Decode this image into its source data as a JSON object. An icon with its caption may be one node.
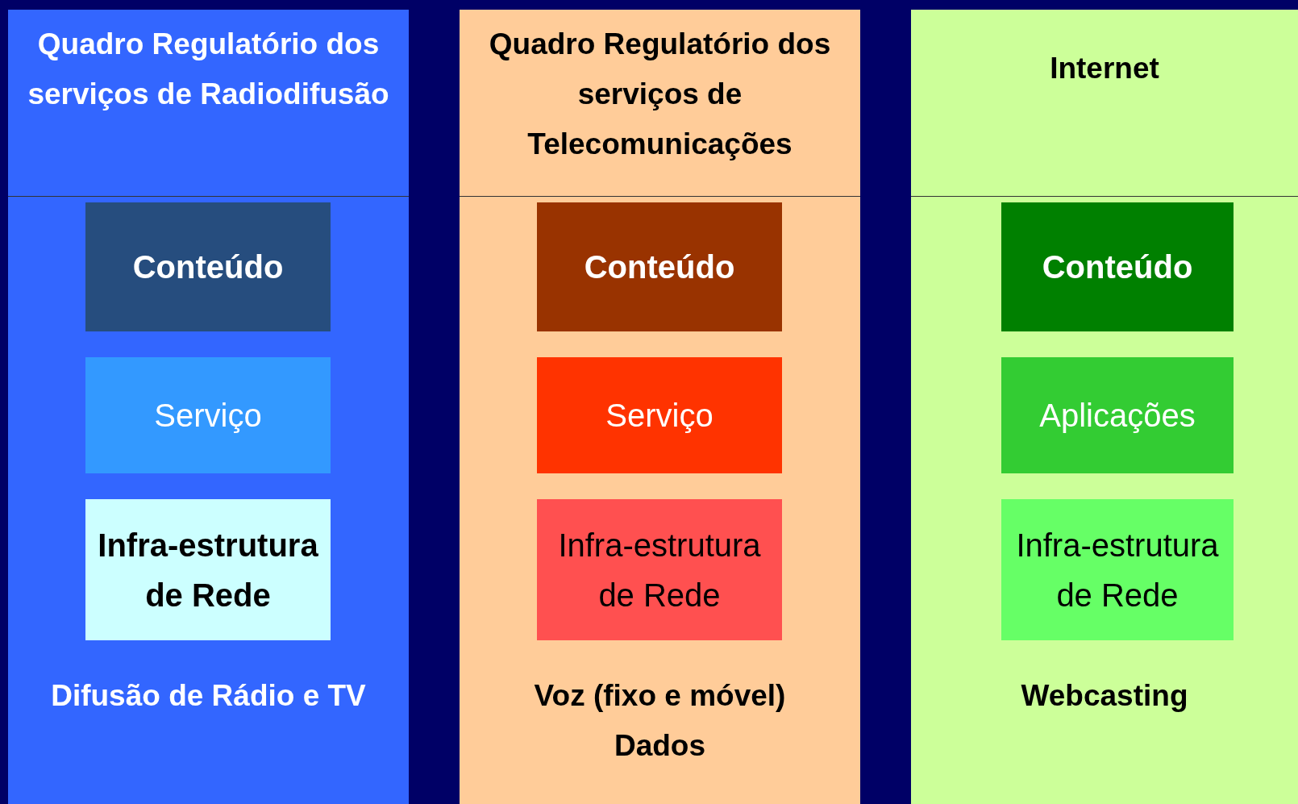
{
  "diagram": {
    "nodes": [
      {
        "text": [
          "Quadro Regulatório dos serviços de Radiodifusão",
          "Difusão de Rádio e TV"
        ]
      },
      {
        "text": [
          "Conteúdo"
        ],
        "in": 0
      },
      {
        "text": [
          "Serviço"
        ],
        "in": 0
      },
      {
        "text": [
          "Infra-estrutura de Rede"
        ],
        "in": 0
      },
      {
        "text": [
          "Quadro Regulatório dos serviços de Telecomunicações",
          "Voz (fixo e móvel)",
          "Dados"
        ]
      },
      {
        "text": [
          "Conteúdo"
        ],
        "in": 4
      },
      {
        "text": [
          "Serviço"
        ],
        "in": 4
      },
      {
        "text": [
          "Infra-estrutura de Rede"
        ],
        "in": 4
      },
      {
        "text": [
          "Internet",
          "Webcasting"
        ]
      },
      {
        "text": [
          "Conteúdo"
        ],
        "in": 8
      },
      {
        "text": [
          "Aplicações"
        ],
        "in": 8
      },
      {
        "text": [
          "Infra-estrutura de Rede"
        ],
        "in": 8
      }
    ],
    "edges": []
  }
}
